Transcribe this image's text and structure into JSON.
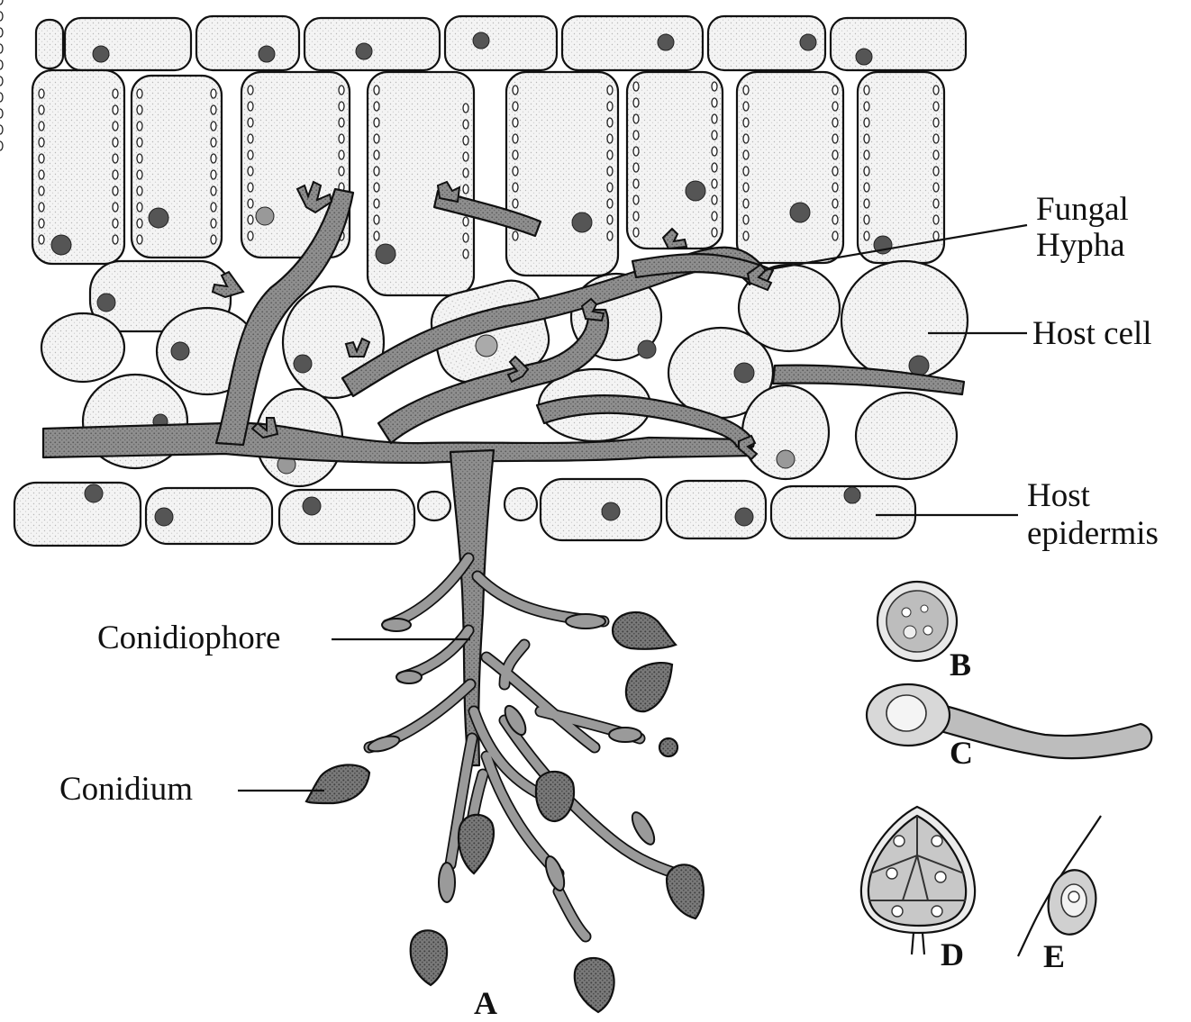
{
  "labels": {
    "fungal_hypha_line1": "Fungal",
    "fungal_hypha_line2": "Hypha",
    "host_cell": "Host cell",
    "host_epidermis_line1": "Host",
    "host_epidermis_line2": "epidermis",
    "conidiophore": "Conidiophore",
    "conidium": "Conidium"
  },
  "panels": {
    "a": "A",
    "b": "B",
    "c": "C",
    "d": "D",
    "e": "E"
  },
  "colors": {
    "ink": "#111111",
    "cell_fill": "#f3f3f3",
    "hypha_fill": "#9a9a9a",
    "spore_fill": "#6e6e6e",
    "nucleus": "#555555"
  }
}
